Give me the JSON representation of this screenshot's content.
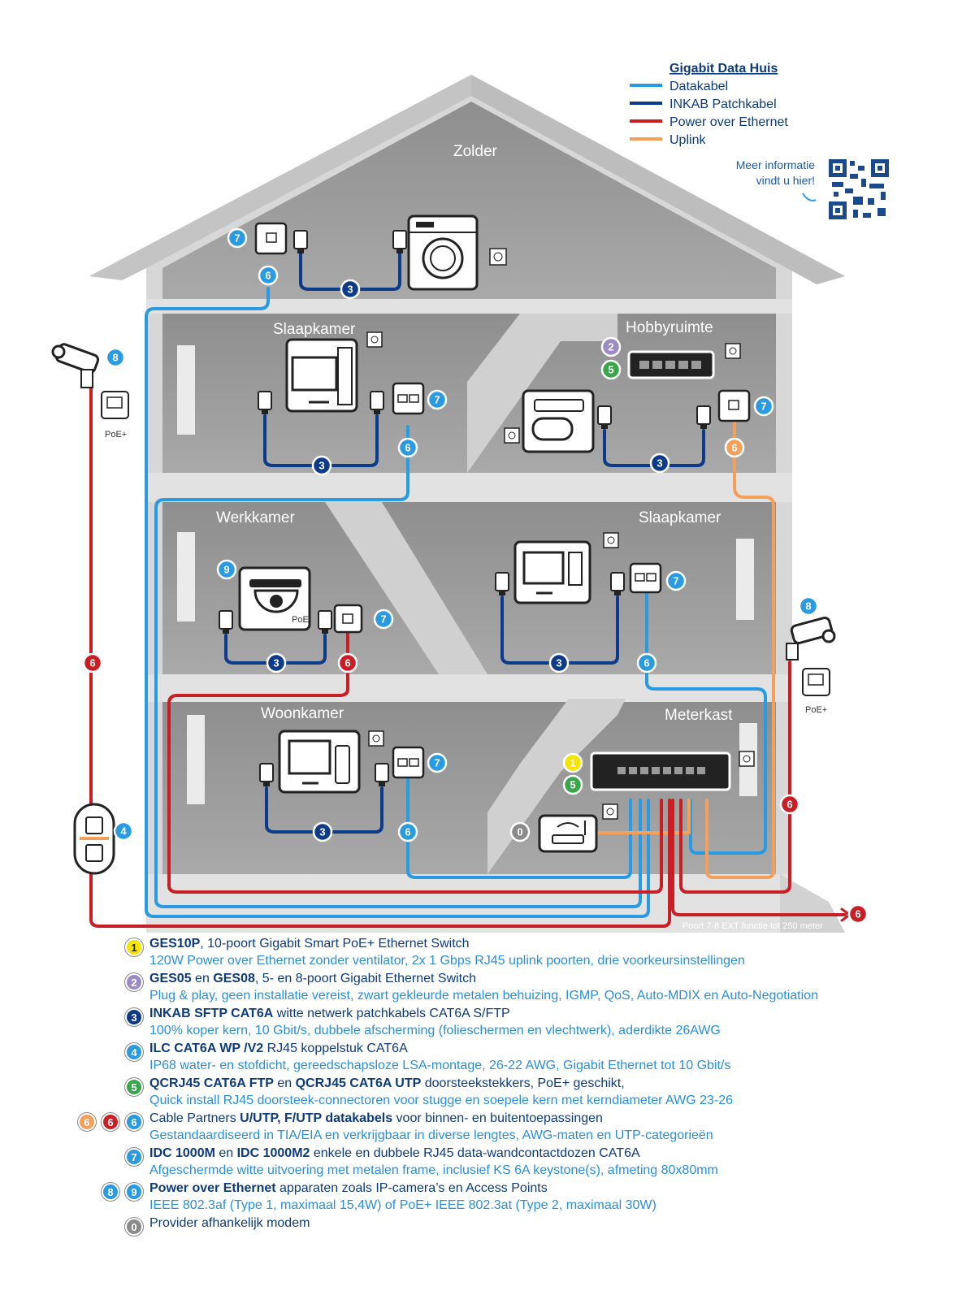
{
  "legend": {
    "title": "Gigabit Data Huis",
    "items": [
      {
        "label": "Datakabel",
        "color": "#2a9be0"
      },
      {
        "label": "INKAB Patchkabel",
        "color": "#0d3b8a"
      },
      {
        "label": "Power over Ethernet",
        "color": "#c81e24"
      },
      {
        "label": "Uplink",
        "color": "#f5a05a"
      }
    ]
  },
  "qr": {
    "line1": "Meer informatie",
    "line2": "vindt u hier!"
  },
  "rooms": {
    "zolder": "Zolder",
    "slaapkamer_top": "Slaapkamer",
    "hobbyruimte": "Hobbyruimte",
    "werkkamer": "Werkkamer",
    "slaapkamer_mid": "Slaapkamer",
    "woonkamer": "Woonkamer",
    "meterkast": "Meterkast"
  },
  "poe_label": "PoE+",
  "poe_dome": "PoE",
  "footnote": "Poort 7-8 EXT functie tot 250 meter",
  "colors": {
    "blue": "#2a9be0",
    "navy": "#0d3b8a",
    "red": "#c81e24",
    "orange": "#f5a05a",
    "yellow": "#f5e400",
    "purple": "#9b8cc4",
    "green": "#3aa64a",
    "grey": "#8a8a8a"
  },
  "descriptions": [
    {
      "badges": [
        {
          "n": "1",
          "c": "yellow"
        }
      ],
      "bold": "GES10P",
      "rest": ", 10-poort Gigabit Smart PoE+ Ethernet Switch",
      "line2": "120W Power over Ethernet zonder ventilator, 2x 1 Gbps RJ45 uplink poorten, drie voorkeursinstellingen"
    },
    {
      "badges": [
        {
          "n": "2",
          "c": "purple"
        }
      ],
      "bold": "GES05",
      "mid": " en ",
      "bold2": "GES08",
      "rest": ", 5- en 8-poort Gigabit Ethernet Switch",
      "line2": "Plug & play, geen installatie vereist, zwart gekleurde metalen behuizing, IGMP, QoS, Auto-MDIX en Auto-Negotiation"
    },
    {
      "badges": [
        {
          "n": "3",
          "c": "navy"
        }
      ],
      "bold": "INKAB SFTP CAT6A",
      "rest": " witte netwerk patchkabels CAT6A S/FTP",
      "line2": "100% koper kern, 10 Gbit/s, dubbele afscherming (folieschermen en vlechtwerk), aderdikte 26AWG"
    },
    {
      "badges": [
        {
          "n": "4",
          "c": "blue"
        }
      ],
      "bold": "ILC CAT6A WP /V2",
      "rest": "  RJ45 koppelstuk CAT6A",
      "line2": "IP68 water- en stofdicht, gereedschapsloze LSA-montage, 26-22 AWG, Gigabit Ethernet tot 10 Gbit/s"
    },
    {
      "badges": [
        {
          "n": "5",
          "c": "green"
        }
      ],
      "bold": "QCRJ45 CAT6A FTP",
      "mid": " en ",
      "bold2": "QCRJ45 CAT6A UTP",
      "rest": " doorsteekstekkers, PoE+ geschikt,",
      "line2": "Quick install RJ45 doorsteek-connectoren voor stugge en soepele kern met kerndiameter AWG 23-26"
    },
    {
      "badges": [
        {
          "n": "6",
          "c": "orange"
        },
        {
          "n": "6",
          "c": "red"
        },
        {
          "n": "6",
          "c": "blue"
        }
      ],
      "pre": "Cable Partners ",
      "bold": "U/UTP, F/UTP datakabels",
      "rest": " voor binnen- en buitentoepassingen",
      "line2": "Gestandaardiseerd in TIA/EIA en verkrijgbaar in diverse lengtes, AWG-maten en UTP-categorieën"
    },
    {
      "badges": [
        {
          "n": "7",
          "c": "blue"
        }
      ],
      "bold": "IDC 1000M",
      "mid": " en ",
      "bold2": "IDC 1000M2",
      "rest": " enkele en dubbele RJ45 data-wandcontactdozen CAT6A",
      "line2": "Afgeschermde witte uitvoering met metalen frame, inclusief KS 6A keystone(s), afmeting 80x80mm"
    },
    {
      "badges": [
        {
          "n": "8",
          "c": "blue"
        },
        {
          "n": "9",
          "c": "blue"
        }
      ],
      "bold": "Power over Ethernet",
      "rest": " apparaten zoals IP-camera’s en Access Points",
      "line2": "IEEE 802.3af (Type 1, maximaal 15,4W) of PoE+ IEEE 802.3at (Type 2, maximaal 30W)"
    },
    {
      "badges": [
        {
          "n": "0",
          "c": "grey"
        }
      ],
      "rest": "Provider afhankelijk modem",
      "line2": ""
    }
  ]
}
